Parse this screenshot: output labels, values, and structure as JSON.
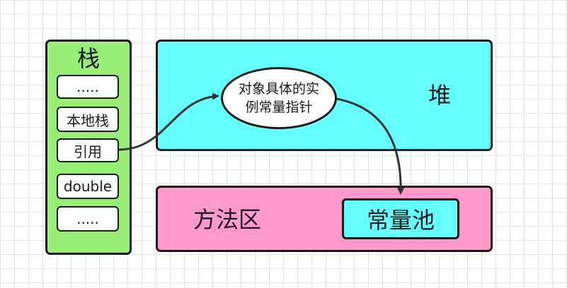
{
  "stack": {
    "title": "栈",
    "slots": [
      ".....",
      "本地栈",
      "引用",
      "double",
      "....."
    ]
  },
  "heap": {
    "label": "堆",
    "object": {
      "line1": "对象具体的实",
      "line2": "例常量指针"
    }
  },
  "method_area": {
    "label": "方法区",
    "pool_label": "常量池"
  },
  "colors": {
    "stack_fill": "#99ee77",
    "heap_fill": "#66ffff",
    "method_area_fill": "#ff99cc",
    "pool_fill": "#66ffff",
    "border": "#1a1a1a",
    "arrow": "#333333"
  }
}
